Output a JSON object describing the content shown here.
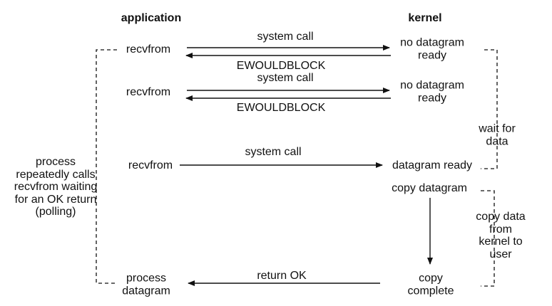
{
  "headers": {
    "application": "application",
    "kernel": "kernel"
  },
  "application_column": {
    "recvfrom_1": "recvfrom",
    "recvfrom_2": "recvfrom",
    "recvfrom_3": "recvfrom",
    "process_datagram": "process\ndatagram",
    "polling_note": "process\nrepeatedly calls\nrecvfrom waiting\nfor an OK return\n(polling)"
  },
  "arrow_labels": {
    "system_call_1": "system call",
    "ewouldblock_1": "EWOULDBLOCK",
    "system_call_2": "system call",
    "ewouldblock_2": "EWOULDBLOCK",
    "system_call_3": "system call",
    "return_ok": "return OK"
  },
  "kernel_column": {
    "no_datagram_ready_1": "no datagram\nready",
    "no_datagram_ready_2": "no datagram\nready",
    "datagram_ready": "datagram ready",
    "copy_datagram": "copy datagram",
    "copy_complete": "copy\ncomplete"
  },
  "side_notes": {
    "wait_for_data": "wait for\ndata",
    "copy_data_from_kernel": "copy data from\nkernel to user"
  },
  "colors": {
    "ink": "#111111",
    "background": "#ffffff"
  }
}
